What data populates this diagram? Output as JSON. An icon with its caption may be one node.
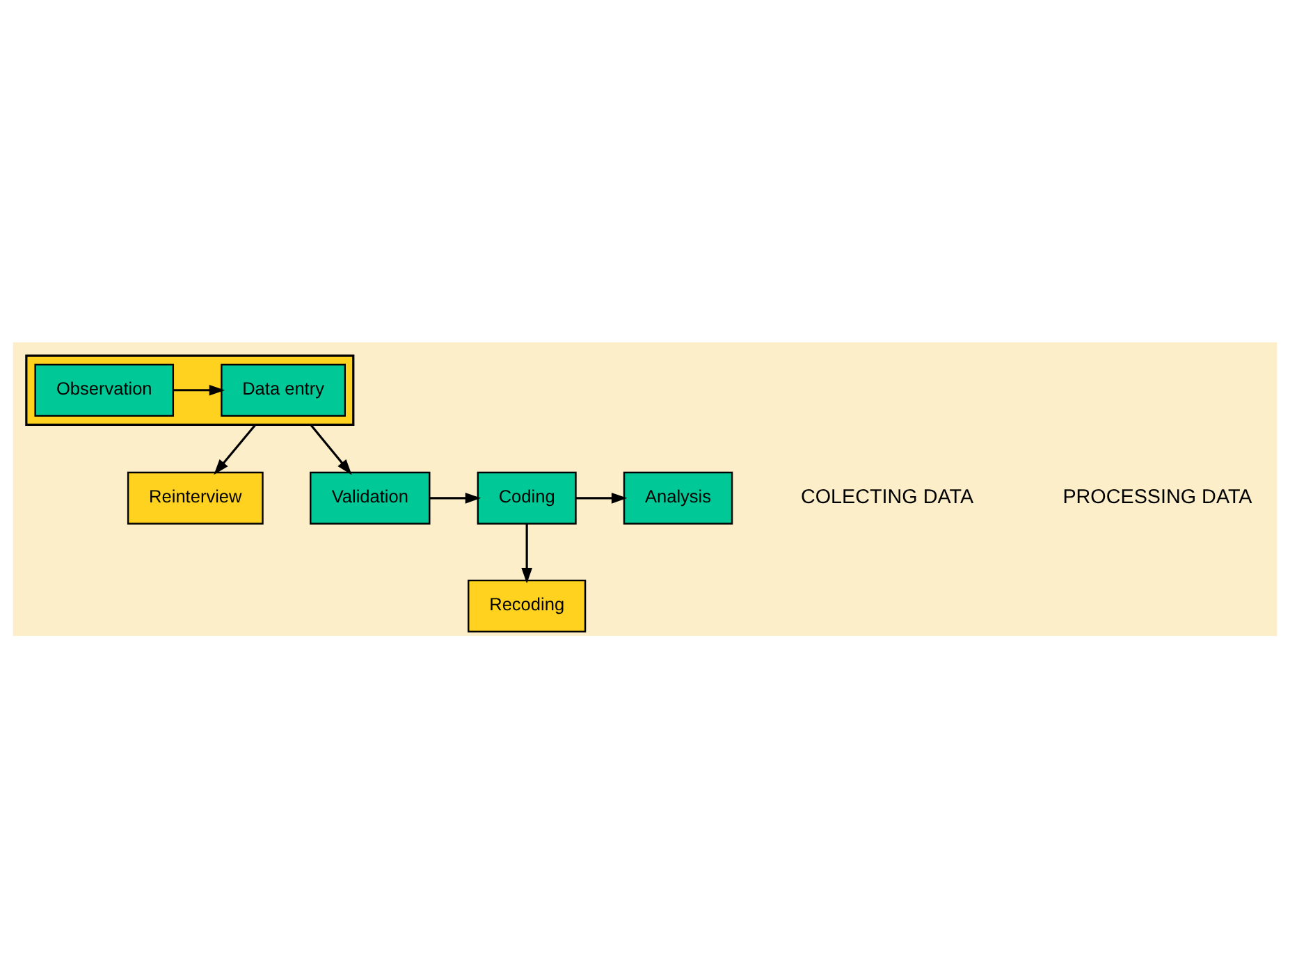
{
  "diagram": {
    "nodes": [
      {
        "text": [],
        "shape": "box"
      },
      {
        "text": [
          "Observation"
        ],
        "in": 0
      },
      {
        "text": [
          "Data entry"
        ],
        "in": 0
      },
      {
        "text": [
          "Reinterview"
        ]
      },
      {
        "text": [
          "Validation"
        ]
      },
      {
        "text": [
          "Coding"
        ]
      },
      {
        "text": [
          "Analysis"
        ]
      },
      {
        "text": [
          "Recoding"
        ]
      }
    ],
    "edges": [
      {
        "from": 1,
        "to": 2,
        "arrow": "to"
      },
      {
        "from": 0,
        "to": 3,
        "arrow": "to"
      },
      {
        "from": 0,
        "to": 4,
        "arrow": "to"
      },
      {
        "from": 4,
        "to": 5,
        "arrow": "to"
      },
      {
        "from": 5,
        "to": 6,
        "arrow": "to"
      },
      {
        "from": 5,
        "to": 7,
        "arrow": "to"
      }
    ],
    "labels": [
      "COLECTING DATA",
      "PROCESSING DATA"
    ]
  }
}
